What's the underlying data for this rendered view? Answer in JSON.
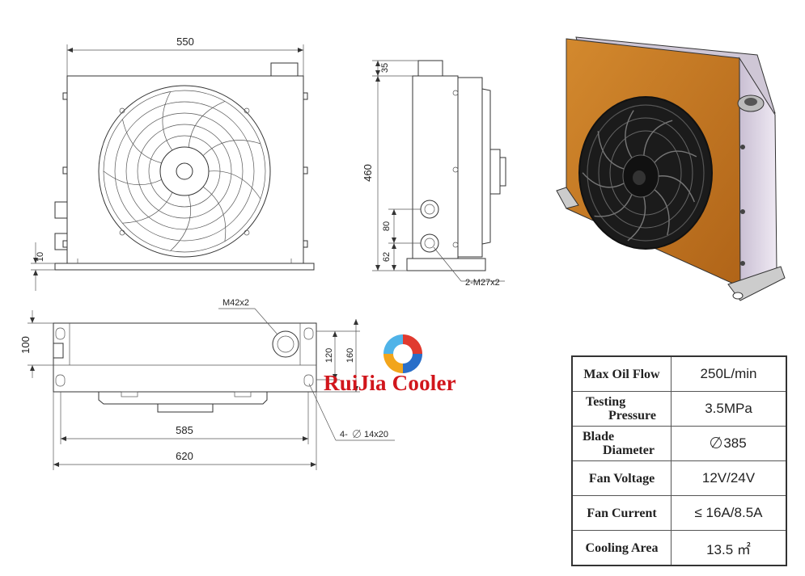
{
  "front_view": {
    "dim_width": "550",
    "dim_base": "10"
  },
  "side_view": {
    "dim_top": "35",
    "dim_height": "460",
    "dim_port_spacing": "80",
    "dim_port_low": "62",
    "port_label": "2-M27x2"
  },
  "top_view": {
    "port_label": "M42x2",
    "dim_depth": "100",
    "dim_120": "120",
    "dim_160": "160",
    "dim_585": "585",
    "dim_620": "620",
    "hole_label": "4-",
    "hole_size": "14x20"
  },
  "brand": {
    "name": "RuiJia Cooler"
  },
  "specs": {
    "rows": [
      {
        "key": "Max Oil Flow",
        "value": "250L/min"
      },
      {
        "key_line1": "Testing",
        "key_line2": "Pressure",
        "value": "3.5MPa"
      },
      {
        "key_line1": "Blade",
        "key_line2": "Diameter",
        "value": "385"
      },
      {
        "key": "Fan Voltage",
        "value": "12V/24V"
      },
      {
        "key": "Fan Current",
        "value": "≤ 16A/8.5A"
      },
      {
        "key": "Cooling Area",
        "value": "13.5 ㎡"
      }
    ]
  },
  "colors": {
    "panel_orange": "#c77a22",
    "side_panel": "#d9cfe0",
    "brand_red": "#d1161c"
  }
}
